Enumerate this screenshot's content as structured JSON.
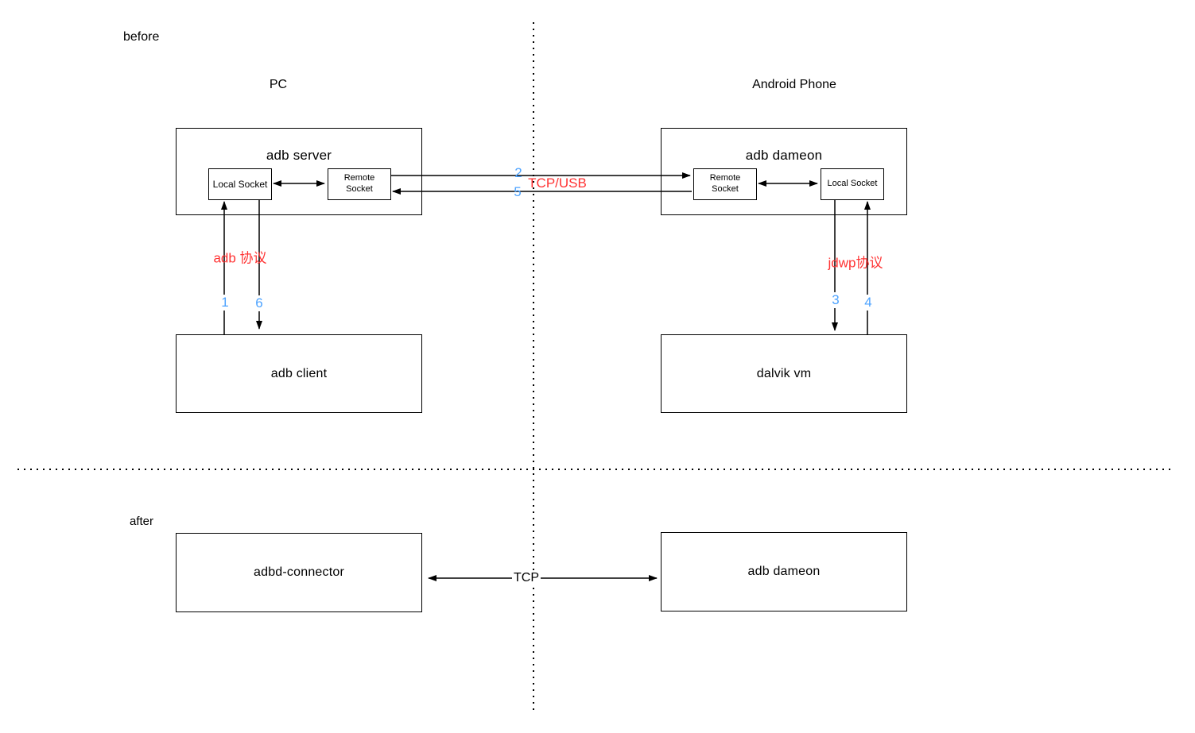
{
  "colors": {
    "red": "#FF3333",
    "blue": "#4DA3FF",
    "line": "#000000",
    "background": "#FFFFFF"
  },
  "before": {
    "label": "before",
    "pc": {
      "title": "PC",
      "adb_server": {
        "title": "adb server",
        "local_socket": "Local Socket",
        "remote_socket": "Remote Socket"
      },
      "adb_client": "adb client",
      "protocol": "adb 协议",
      "steps": {
        "client_to_server": "1",
        "server_to_client": "6"
      }
    },
    "phone": {
      "title": "Android Phone",
      "adb_daemon": {
        "title": "adb dameon",
        "remote_socket": "Remote Socket",
        "local_socket": "Local Socket"
      },
      "dalvik_vm": "dalvik vm",
      "protocol": "jdwp协议",
      "steps": {
        "daemon_to_vm": "3",
        "vm_to_daemon": "4"
      }
    },
    "link": {
      "label": "TCP/USB",
      "steps": {
        "to_phone": "2",
        "to_pc": "5"
      }
    }
  },
  "after": {
    "label": "after",
    "adbd_connector": "adbd-connector",
    "adb_daemon": "adb dameon",
    "link_label": "TCP"
  }
}
